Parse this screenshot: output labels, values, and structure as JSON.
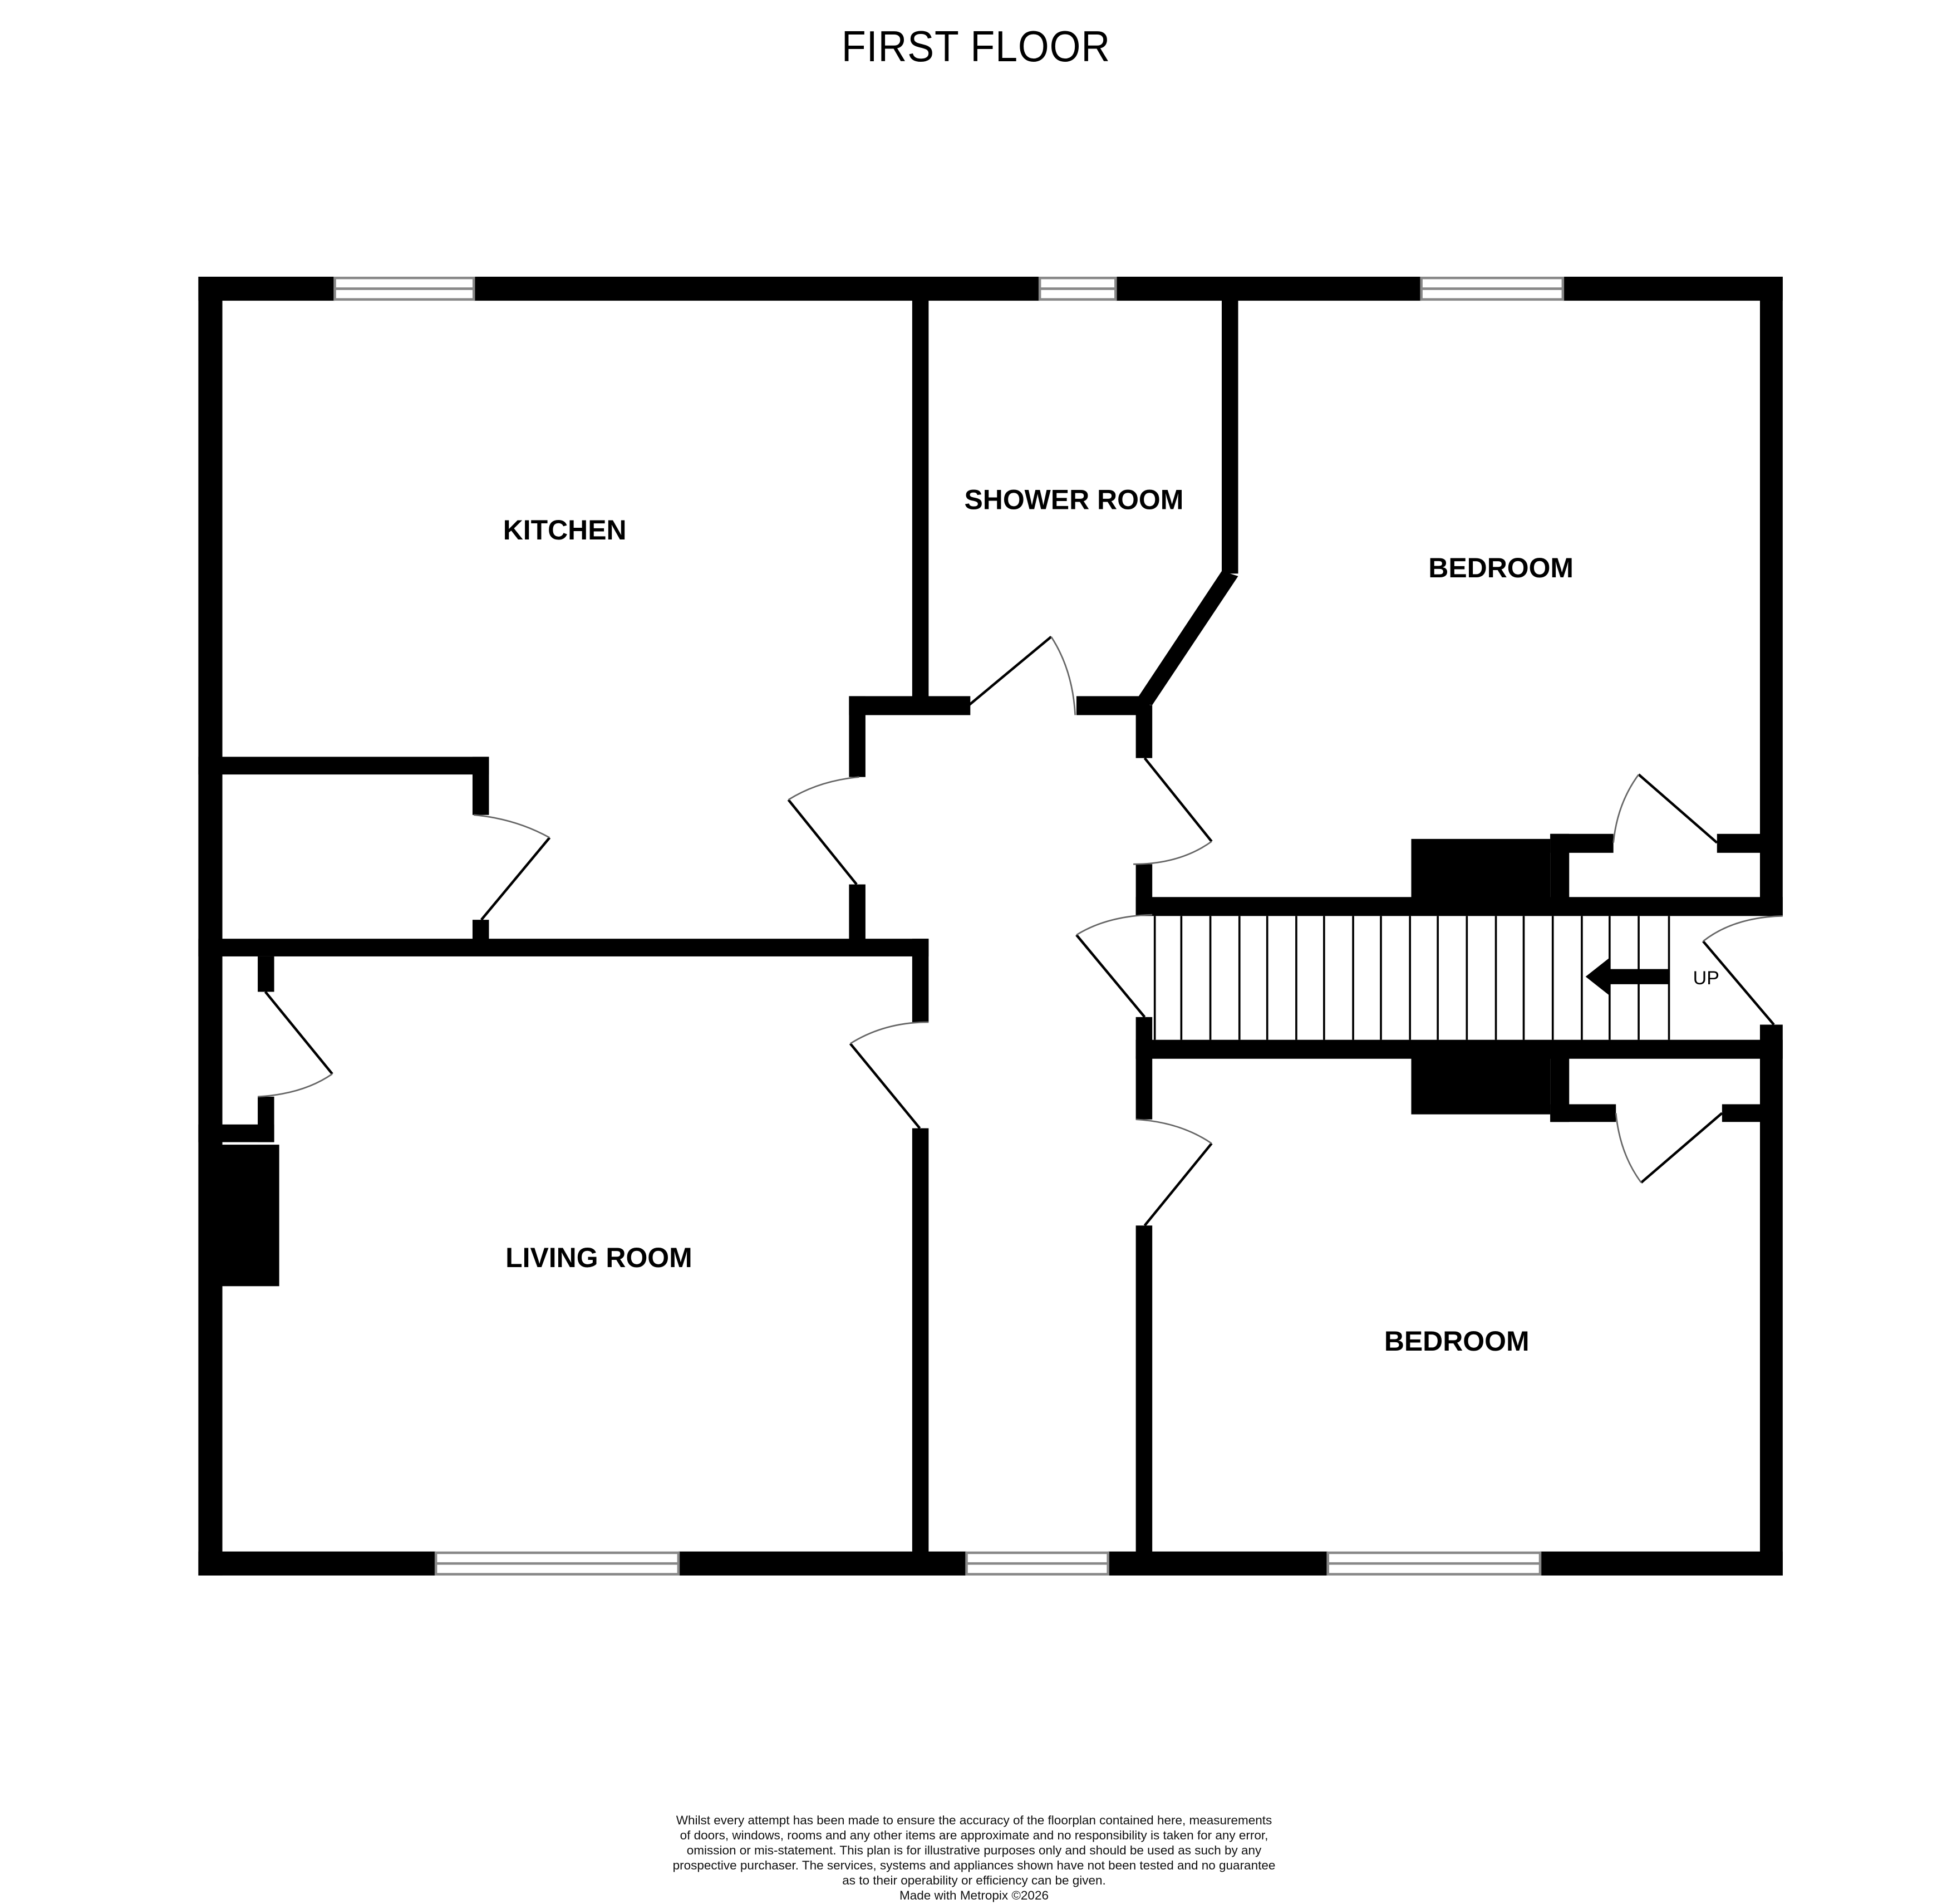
{
  "header": {
    "title": "FIRST FLOOR"
  },
  "rooms": [
    {
      "name": "kitchen",
      "label": "KITCHEN"
    },
    {
      "name": "shower-room",
      "label": "SHOWER ROOM"
    },
    {
      "name": "bedroom-1",
      "label": "BEDROOM"
    },
    {
      "name": "living-room",
      "label": "LIVING ROOM"
    },
    {
      "name": "bedroom-2",
      "label": "BEDROOM"
    }
  ],
  "stairs": {
    "direction_label": "UP",
    "tread_count": 18,
    "arrow_icon": "arrow-left-icon"
  },
  "colors": {
    "wall": "#000000",
    "window_frame": "#888888",
    "door_arc": "#666666",
    "background": "#ffffff"
  },
  "footer": {
    "disclaimer_lines": [
      "Whilst every attempt has been made to ensure the accuracy of the floorplan contained here, measurements",
      "of doors, windows, rooms and any other items are approximate and no responsibility is taken for any error,",
      "omission or mis-statement. This plan is for illustrative purposes only and should be used as such by any",
      "prospective purchaser. The services, systems and appliances shown have not been tested and no guarantee",
      "as to their operability or efficiency can be given."
    ],
    "credit": "Made with Metropix ©2026"
  }
}
